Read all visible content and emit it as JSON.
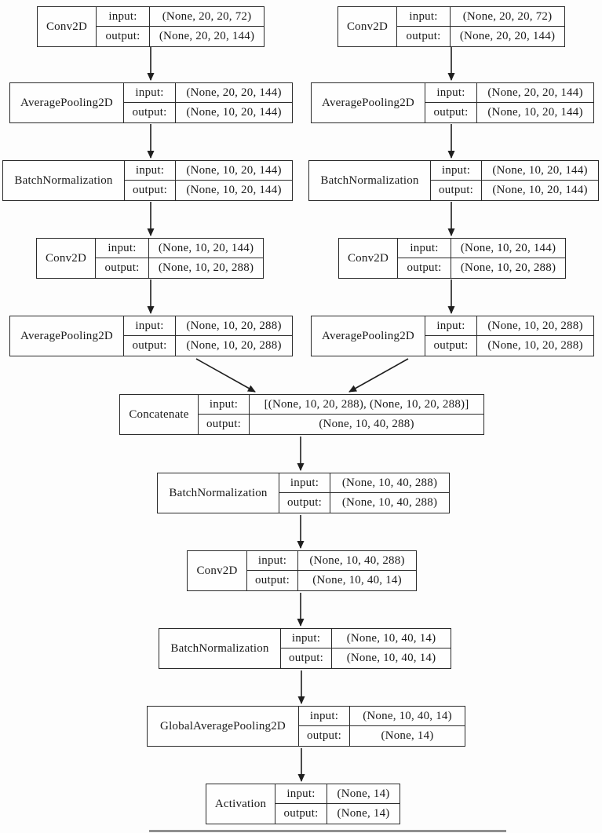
{
  "labels": {
    "input": "input:",
    "output": "output:"
  },
  "diagram": {
    "type": "keras-model-architecture",
    "line_color": "#1f1f1f",
    "nodes": [
      {
        "id": "conv2d-left-1",
        "name": "Conv2D",
        "input": "(None, 20, 20, 72)",
        "output": "(None, 20, 20, 144)"
      },
      {
        "id": "conv2d-right-1",
        "name": "Conv2D",
        "input": "(None, 20, 20, 72)",
        "output": "(None, 20, 20, 144)"
      },
      {
        "id": "avgpool-left-1",
        "name": "AveragePooling2D",
        "input": "(None, 20, 20, 144)",
        "output": "(None, 10, 20, 144)"
      },
      {
        "id": "avgpool-right-1",
        "name": "AveragePooling2D",
        "input": "(None, 20, 20, 144)",
        "output": "(None, 10, 20, 144)"
      },
      {
        "id": "batchnorm-left",
        "name": "BatchNormalization",
        "input": "(None, 10, 20, 144)",
        "output": "(None, 10, 20, 144)"
      },
      {
        "id": "batchnorm-right",
        "name": "BatchNormalization",
        "input": "(None, 10, 20, 144)",
        "output": "(None, 10, 20, 144)"
      },
      {
        "id": "conv2d-left-2",
        "name": "Conv2D",
        "input": "(None, 10, 20, 144)",
        "output": "(None, 10, 20, 288)"
      },
      {
        "id": "conv2d-right-2",
        "name": "Conv2D",
        "input": "(None, 10, 20, 144)",
        "output": "(None, 10, 20, 288)"
      },
      {
        "id": "avgpool-left-2",
        "name": "AveragePooling2D",
        "input": "(None, 10, 20, 288)",
        "output": "(None, 10, 20, 288)"
      },
      {
        "id": "avgpool-right-2",
        "name": "AveragePooling2D",
        "input": "(None, 10, 20, 288)",
        "output": "(None, 10, 20, 288)"
      },
      {
        "id": "concatenate",
        "name": "Concatenate",
        "input": "[(None, 10, 20, 288), (None, 10, 20, 288)]",
        "output": "(None, 10, 40, 288)"
      },
      {
        "id": "batchnorm-mid-1",
        "name": "BatchNormalization",
        "input": "(None, 10, 40, 288)",
        "output": "(None, 10, 40, 288)"
      },
      {
        "id": "conv2d-mid",
        "name": "Conv2D",
        "input": "(None, 10, 40, 288)",
        "output": "(None, 10, 40, 14)"
      },
      {
        "id": "batchnorm-mid-2",
        "name": "BatchNormalization",
        "input": "(None, 10, 40, 14)",
        "output": "(None, 10, 40, 14)"
      },
      {
        "id": "global-avgpool",
        "name": "GlobalAveragePooling2D",
        "input": "(None, 10, 40, 14)",
        "output": "(None, 14)"
      },
      {
        "id": "activation",
        "name": "Activation",
        "input": "(None, 14)",
        "output": "(None, 14)"
      }
    ]
  }
}
